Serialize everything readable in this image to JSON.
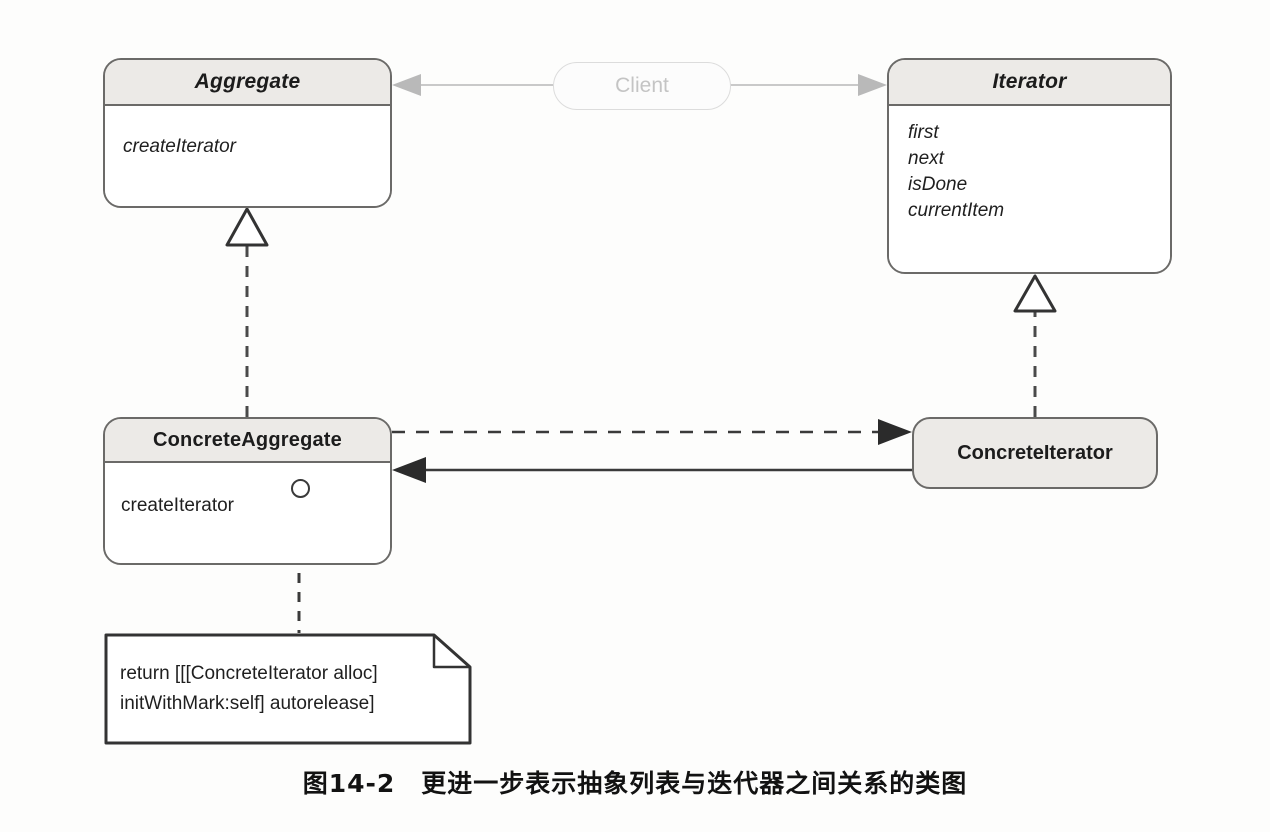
{
  "diagram": {
    "type": "uml-class-diagram",
    "classes": [
      {
        "id": "aggregate",
        "name": "Aggregate",
        "stereotype": "abstract",
        "title_style": "bold-italic",
        "methods": [
          "createIterator"
        ],
        "method_style": "italic"
      },
      {
        "id": "iterator",
        "name": "Iterator",
        "stereotype": "abstract",
        "title_style": "bold-italic",
        "methods": [
          "first",
          "next",
          "isDone",
          "currentItem"
        ],
        "method_style": "italic"
      },
      {
        "id": "concrete-aggregate",
        "name": "ConcreteAggregate",
        "stereotype": "concrete",
        "title_style": "bold",
        "methods": [
          "createIterator"
        ],
        "method_style": "regular"
      },
      {
        "id": "concrete-iterator",
        "name": "ConcreteIterator",
        "stereotype": "concrete",
        "title_style": "bold",
        "methods": [],
        "method_style": "regular"
      }
    ],
    "client": {
      "label": "Client",
      "shape": "rounded-pill",
      "text_color": "#c4c4c4",
      "border_color": "#dcdcdc"
    },
    "note": {
      "lines": [
        "return [[[ConcreteIterator alloc]",
        "initWithMark:self] autorelease]"
      ],
      "shape": "folded-corner-note",
      "attached_to": "concrete-aggregate.createIterator"
    },
    "relationships": [
      {
        "from": "client",
        "to": "aggregate",
        "kind": "dependency-arrow",
        "style": "solid-faint",
        "arrow": "open-left"
      },
      {
        "from": "client",
        "to": "iterator",
        "kind": "dependency-arrow",
        "style": "solid-faint",
        "arrow": "open-right"
      },
      {
        "from": "concrete-aggregate",
        "to": "aggregate",
        "kind": "realization",
        "style": "dashed",
        "arrow": "hollow-triangle"
      },
      {
        "from": "concrete-iterator",
        "to": "iterator",
        "kind": "realization",
        "style": "dashed",
        "arrow": "hollow-triangle"
      },
      {
        "from": "concrete-aggregate",
        "to": "concrete-iterator",
        "kind": "dependency",
        "style": "dashed",
        "arrow": "filled-right"
      },
      {
        "from": "concrete-iterator",
        "to": "concrete-aggregate",
        "kind": "association",
        "style": "solid",
        "arrow": "filled-left"
      }
    ],
    "colors": {
      "stroke": "#6b6a68",
      "header_fill": "#eceae7",
      "body_fill": "#ffffff",
      "text": "#1c1c1c",
      "faint": "#c4c4c4"
    }
  },
  "caption": {
    "figure_number": "图14-2",
    "text": "更进一步表示抽象列表与迭代器之间关系的类图",
    "full": "图14-2　更进一步表示抽象列表与迭代器之间关系的类图"
  }
}
